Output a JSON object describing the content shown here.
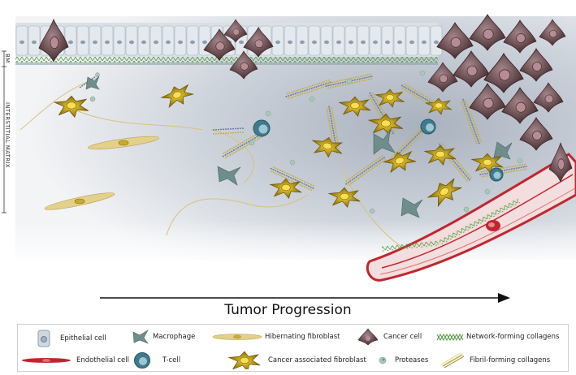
{
  "labels": {
    "bm": "BM",
    "interstitial_matrix": "INTERSTITIAL MATRIX",
    "progression": "Tumor Progression"
  },
  "legend": [
    {
      "label": "Epithelial cell",
      "icon": "epithelial-cell-icon"
    },
    {
      "label": "Macrophage",
      "icon": "macrophage-icon"
    },
    {
      "label": "Hibernating fibroblast",
      "icon": "hibernating-fibroblast-icon"
    },
    {
      "label": "Cancer cell",
      "icon": "cancer-cell-icon"
    },
    {
      "label": "Network-forming collagens",
      "icon": "network-collagen-icon"
    },
    {
      "label": "Endothelial cell",
      "icon": "endothelial-cell-icon"
    },
    {
      "label": "T-cell",
      "icon": "t-cell-icon"
    },
    {
      "label": "Cancer associated fibroblast",
      "icon": "caf-icon"
    },
    {
      "label": "Proteases",
      "icon": "protease-icon"
    },
    {
      "label": "Fibril-forming collagens",
      "icon": "fibril-collagen-icon"
    }
  ],
  "colors": {
    "epithelium": "#cfd8e0",
    "cancer_cell": "#6b4a4d",
    "caf": "#b8960c",
    "hibernating": "#e3d08a",
    "macrophage": "#6e8e8c",
    "t_cell": "#3f7a8e",
    "protease": "#a8c8b8",
    "vessel": "#c0262e",
    "network_collagen": "#4e9a3a",
    "fibril_collagen": "#c8b040"
  }
}
